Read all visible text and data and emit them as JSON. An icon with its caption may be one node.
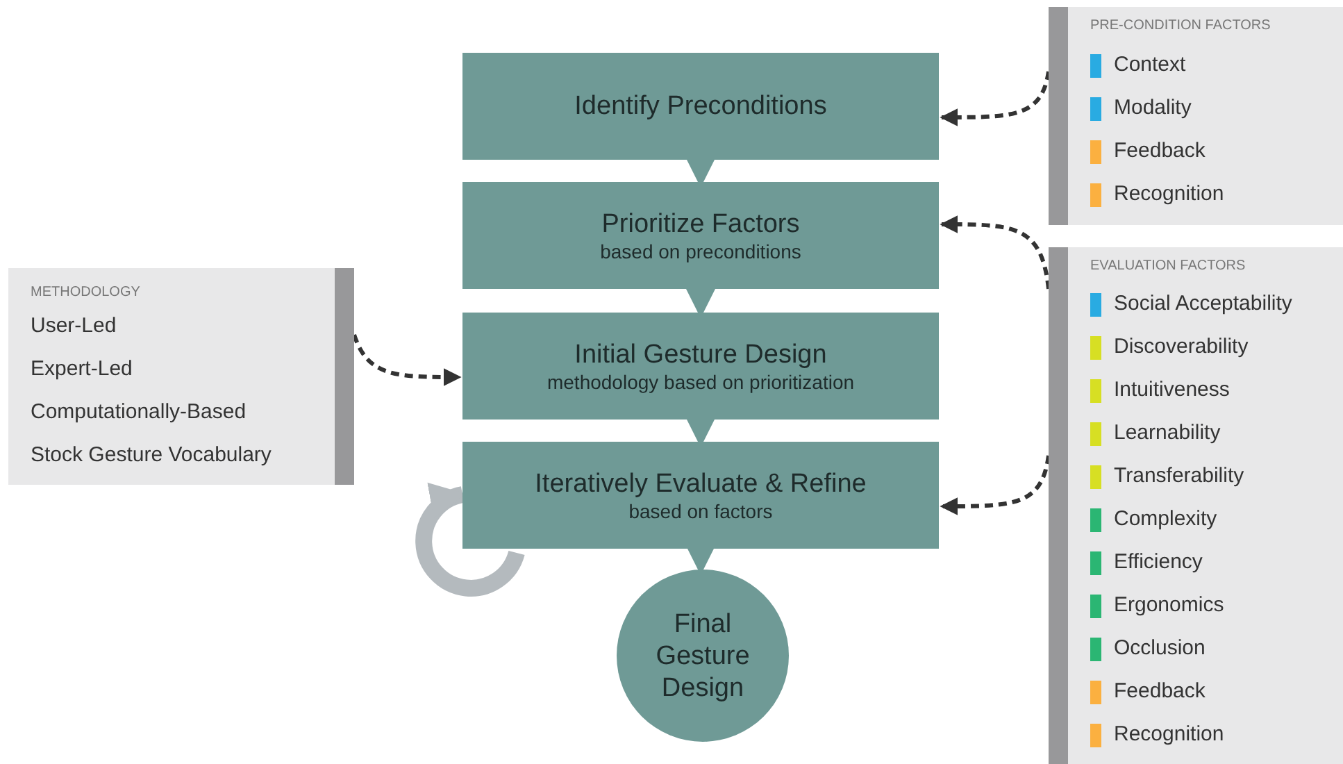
{
  "diagram": {
    "nodes": [
      {
        "text": [
          "Identify Preconditions"
        ]
      },
      {
        "text": [
          "Prioritize Factors",
          "based on preconditions"
        ]
      },
      {
        "text": [
          "Initial Gesture Design",
          "methodology based on prioritization"
        ]
      },
      {
        "text": [
          "Iteratively Evaluate & Refine",
          "based on factors"
        ]
      },
      {
        "text": [
          "Final Gesture Design"
        ]
      },
      {
        "text": [
          "METHODOLOGY",
          "User-Led",
          "Expert-Led",
          "Computationally-Based",
          "Stock Gesture Vocabulary"
        ]
      },
      {
        "text": [
          "PRE-CONDITION FACTORS",
          "Context",
          "Modality",
          "Feedback",
          "Recognition"
        ]
      },
      {
        "text": [
          "EVALUATION FACTORS",
          "Social Acceptability",
          "Discoverability",
          "Intuitiveness",
          "Learnability",
          "Transferability",
          "Complexity",
          "Efficiency",
          "Ergonomics",
          "Occlusion",
          "Feedback",
          "Recognition"
        ]
      }
    ],
    "edges": [
      {
        "from": 0,
        "to": 1,
        "arrow": "to"
      },
      {
        "from": 1,
        "to": 2,
        "arrow": "to"
      },
      {
        "from": 2,
        "to": 3,
        "arrow": "to"
      },
      {
        "from": 3,
        "to": 4,
        "arrow": "to"
      },
      {
        "from": 3,
        "to": 3,
        "arrow": "to",
        "style": "thick",
        "color": "#b4babe"
      },
      {
        "from": 6,
        "to": 0,
        "arrow": "to",
        "style": "dashed",
        "color": "#333333"
      },
      {
        "from": 7,
        "to": 1,
        "arrow": "to",
        "style": "dashed",
        "color": "#333333"
      },
      {
        "from": 5,
        "to": 2,
        "arrow": "to",
        "style": "dashed",
        "color": "#333333"
      },
      {
        "from": 7,
        "to": 3,
        "arrow": "to",
        "style": "dashed",
        "color": "#333333"
      }
    ]
  }
}
